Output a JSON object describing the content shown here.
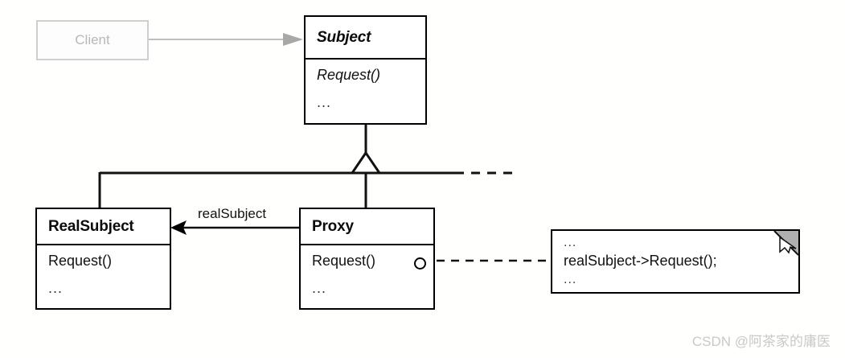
{
  "diagram": {
    "title": "Proxy design pattern UML class diagram",
    "background_color": "#fffffd",
    "line_color": "#000000",
    "ghost_color": "#c0c0c0",
    "note_fold_color": "#b0b0b0"
  },
  "client": {
    "label": "Client"
  },
  "subject": {
    "name": "Subject",
    "operations": [
      "Request()",
      "..."
    ]
  },
  "realsubject": {
    "name": "RealSubject",
    "operations": [
      "Request()",
      "..."
    ]
  },
  "proxy": {
    "name": "Proxy",
    "operations": [
      "Request()",
      "..."
    ],
    "lollipop": "provided-interface-circle"
  },
  "association": {
    "role_label": "realSubject"
  },
  "note": {
    "lines": [
      "...",
      "realSubject->Request();",
      "..."
    ]
  },
  "watermark": {
    "text": "CSDN @阿茶家的庸医"
  }
}
